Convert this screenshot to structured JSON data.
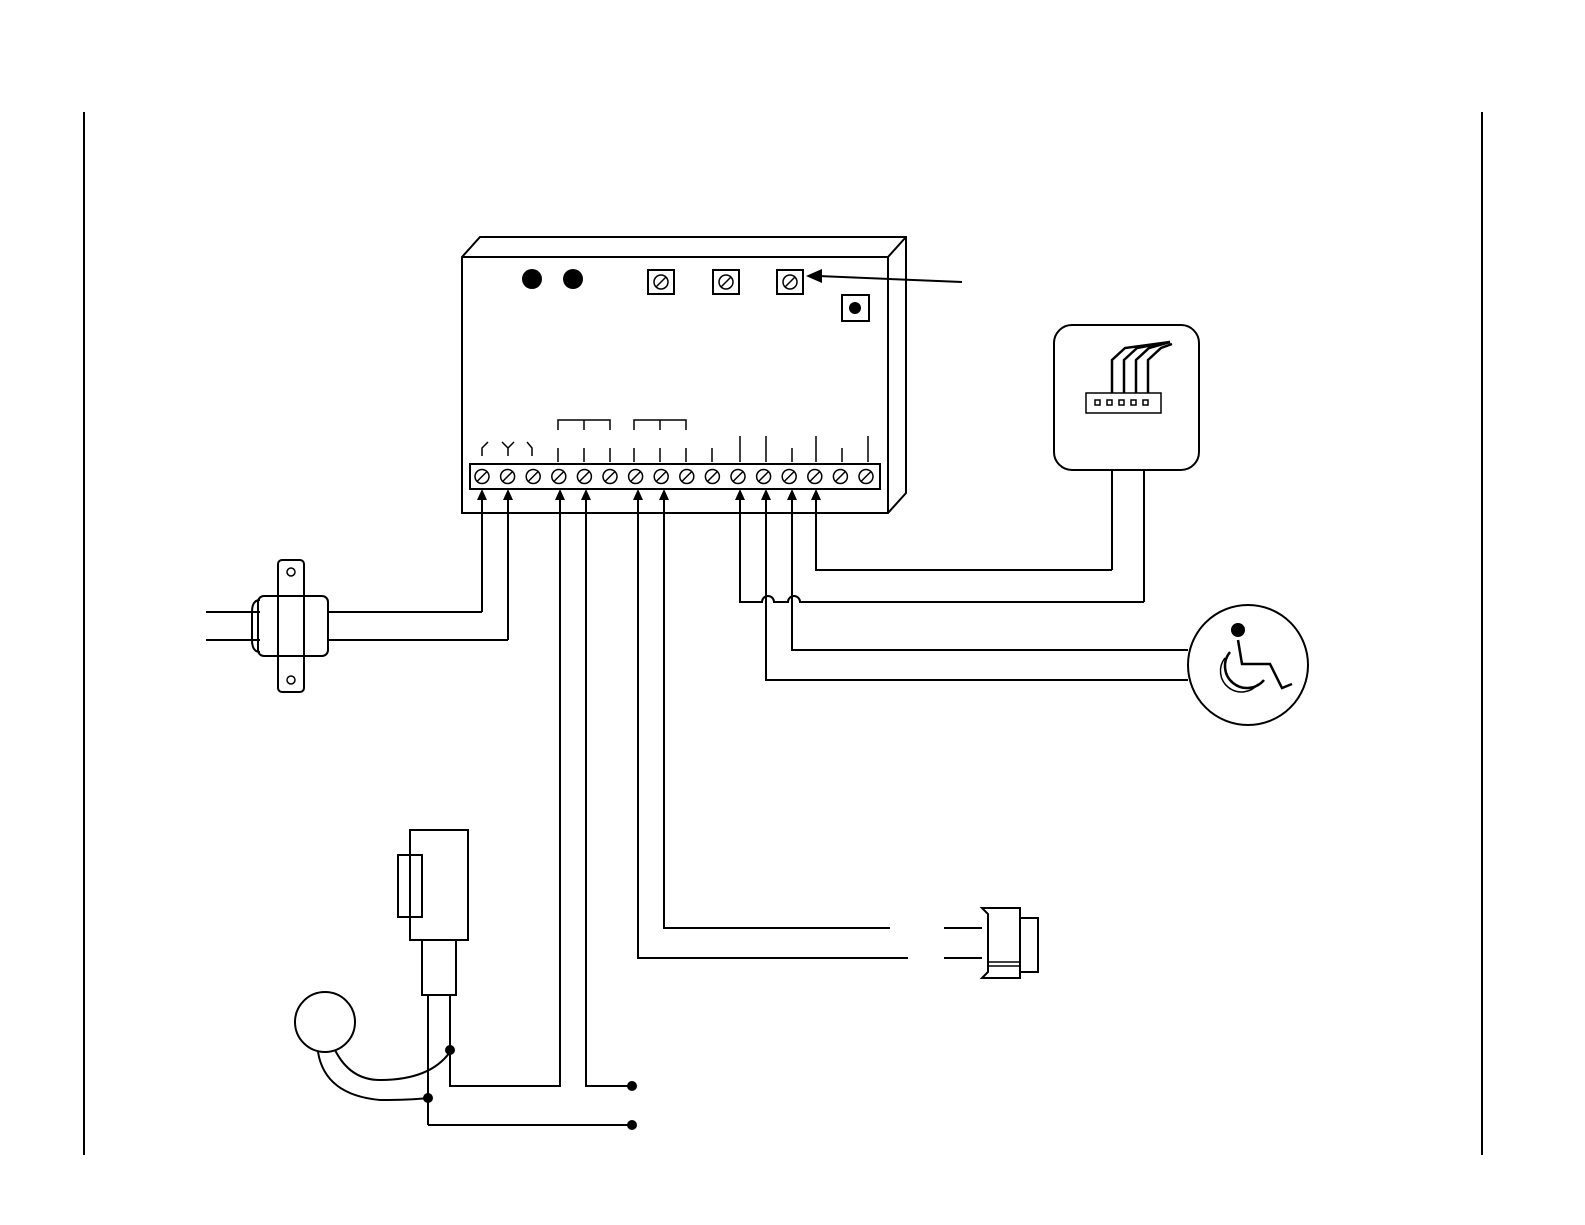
{
  "diagram": {
    "kind": "wiring-diagram",
    "description_text": [],
    "components": [
      {
        "id": "control-unit",
        "icon": "control-box-icon"
      },
      {
        "id": "power-transformer",
        "icon": "transformer-icon"
      },
      {
        "id": "keypad",
        "icon": "keypad-icon"
      },
      {
        "id": "accessibility-button",
        "icon": "wheelchair-icon"
      },
      {
        "id": "door-lock",
        "icon": "lock-actuator-icon"
      },
      {
        "id": "sensor",
        "icon": "sensor-icon"
      },
      {
        "id": "connector",
        "icon": "plug-connector-icon"
      }
    ],
    "terminal_count": 16,
    "potentiometer_count": 3,
    "led_count": 2,
    "colors": {
      "line": "#000000",
      "background": "#ffffff"
    }
  }
}
